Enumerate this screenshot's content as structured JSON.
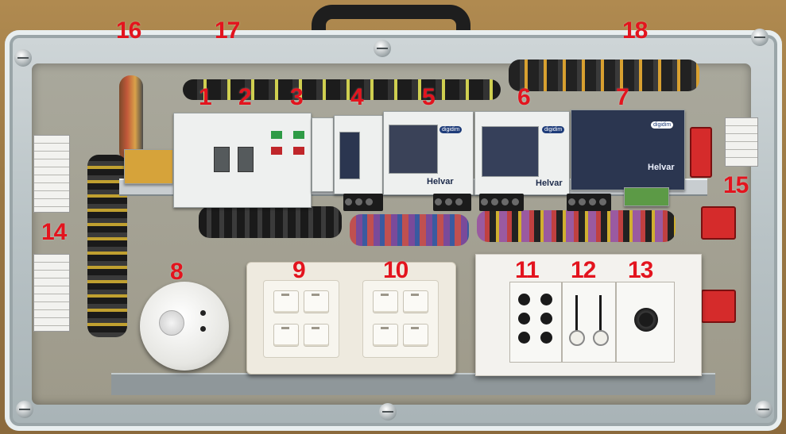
{
  "labels": [
    "16",
    "17",
    "18",
    "1",
    "2",
    "3",
    "4",
    "5",
    "6",
    "7",
    "15",
    "14",
    "8",
    "9",
    "10",
    "11",
    "12",
    "13"
  ],
  "device_brand": "Helvar",
  "device_badge": "digidim",
  "colors": {
    "label_red": "#e3141e",
    "device_navy": "#2b3650",
    "case_grey": "#b9c3c6"
  },
  "icons": [
    "motion-sensor",
    "push-button-keypad",
    "rotary-dimmer",
    "slider-dimmer",
    "infrared-receiver"
  ]
}
